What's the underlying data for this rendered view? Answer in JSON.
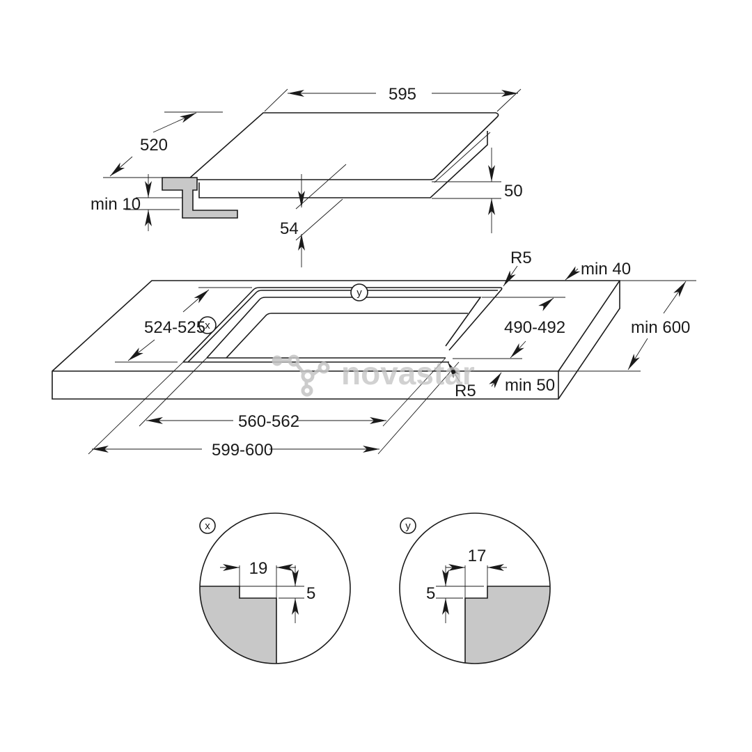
{
  "diagram": {
    "type": "installation-dimension-drawing",
    "units": "mm",
    "colors": {
      "line": "#1a1a1a",
      "section_fill": "#c8c8c8",
      "watermark": "#c4c4c4",
      "background": "#ffffff"
    },
    "hob": {
      "width": "595",
      "depth": "520",
      "height_total": "54",
      "height_body": "50",
      "clearance": "min 10"
    },
    "cutout": {
      "depth": "524-525",
      "depth_inner": "490-492",
      "width_inner": "560-562",
      "width_outer": "599-600",
      "radius_top": "R5",
      "radius_bottom": "R5",
      "detail_x_marker": "x",
      "detail_y_marker": "y"
    },
    "worktop": {
      "back_edge": "min 40",
      "front_edge": "min 50",
      "depth": "min 600"
    },
    "details": [
      {
        "marker": "x",
        "width": "19",
        "step": "5"
      },
      {
        "marker": "y",
        "width": "17",
        "step": "5"
      }
    ],
    "watermark": "novastar"
  }
}
